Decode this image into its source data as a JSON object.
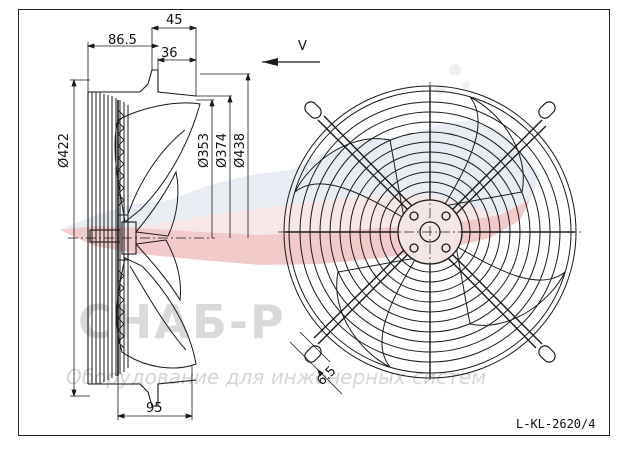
{
  "drawing": {
    "dimensions": {
      "d45": "45",
      "d86_5": "86.5",
      "d36": "36",
      "d95": "95",
      "d6_5": "6.5",
      "dia422": "Ø422",
      "dia353": "Ø353",
      "dia374": "Ø374",
      "dia438": "Ø438"
    },
    "view_label": "V",
    "reference": "L-KL-2620/4"
  },
  "watermark": {
    "brand": "СНАБ-Р",
    "slogan": "Оборудование для инженерных систем"
  },
  "colors": {
    "line": "#1a1a1a",
    "watermark_red": "#e8a0a0",
    "watermark_blue": "#b8c8dc",
    "watermark_text": "#d9d9d9"
  }
}
